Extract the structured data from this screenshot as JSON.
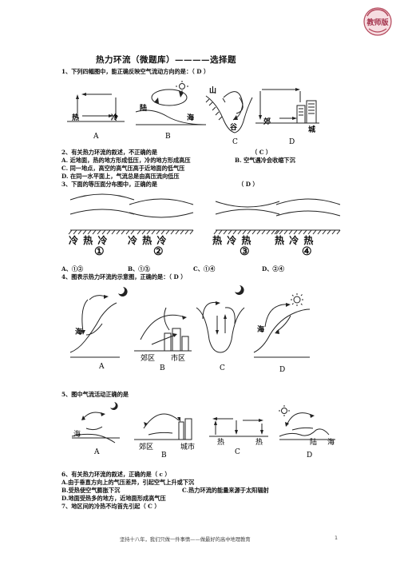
{
  "stamp": {
    "text": "教师版"
  },
  "title": "热力环流（微题库）————选择题",
  "q1": {
    "text": "1、下列四幅图中，能正确反映空气流动方向的是：（   D    ）",
    "labels": {
      "hot": "热",
      "cold": "冷",
      "land": "陆",
      "sea": "海",
      "mountain": "山",
      "valley": "谷",
      "suburb": "郊",
      "city": "城"
    },
    "captions": [
      "A",
      "B",
      "C",
      "D"
    ]
  },
  "q2": {
    "text": "2、有关热力环流的叙述，不正确的是",
    "answer": "（  C  ）",
    "optA": "A.  近地面，热的地方形成低压，冷的地方形成高压",
    "optB": "B.  空气遇冷会收缩下沉",
    "optC": "C.  同一地点，高空的高气压高于近地面的低气压",
    "optD": "D.  在同一水平面上，气流总是由高压流向低压"
  },
  "q3": {
    "text": "3、下面的等压面分布图中，正确的是",
    "answer": "（  D  ）",
    "labels": [
      "冷 热 冷",
      "冷 热 冷",
      "热 冷 热",
      "热 冷 热"
    ],
    "nums": [
      "①",
      "②",
      "③",
      "④"
    ],
    "options": [
      "A、①②",
      "B、①③",
      "C、①④",
      "D、②④"
    ]
  },
  "q4": {
    "text": "4、图表示热力环流的示意图，正确的是：（   D   ）",
    "labels": {
      "sea": "海",
      "suburb": "郊区",
      "city": "市区"
    },
    "captions": [
      "A",
      "B",
      "C",
      "D"
    ]
  },
  "q5": {
    "text": "5、图中气流活动正确的是",
    "labels": {
      "sea": "海",
      "suburb": "郊区",
      "city": "城市",
      "hot": "热",
      "land": "陆"
    },
    "captions": [
      "A",
      "B",
      "C",
      "D"
    ]
  },
  "q6": {
    "text": "6、有关热力环流的叙述，正确的是（  c  ）",
    "optA": "A.由于垂直方向上的气压差异，引起空气上升或下沉",
    "optB": "B.受热使空气膨胀下沉",
    "optC": "C.热力环流的能量来源于太阳辐射",
    "optD": "D.地面受热多的地方，近地面形成高气压"
  },
  "q7": {
    "text": "7、地区间的冷热不均首先引起（   C   ）"
  },
  "footer": {
    "text": "坚持十八年，我们只做一件事情——做最好的高中地理教育",
    "page": "1"
  }
}
